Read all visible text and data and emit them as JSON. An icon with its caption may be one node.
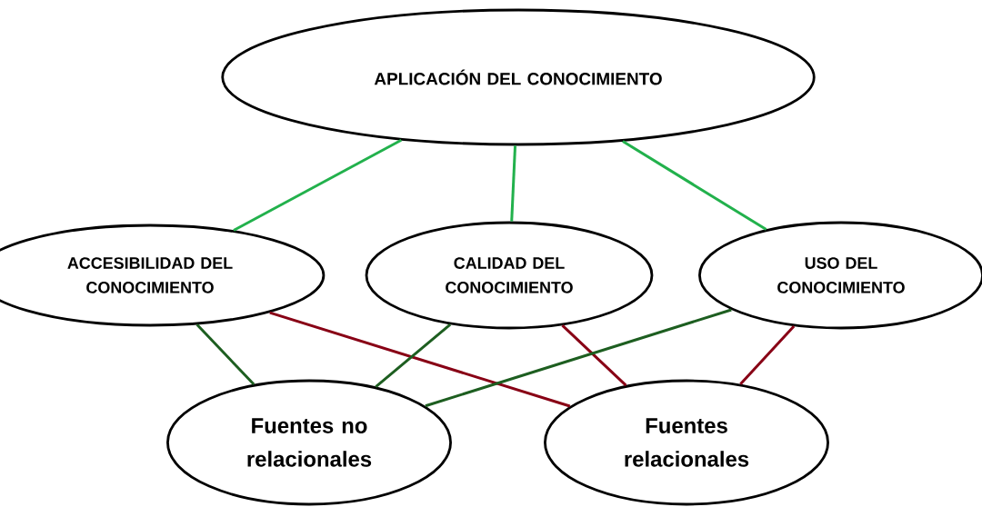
{
  "diagram": {
    "nodes": [
      {
        "text": [
          "APLICACIÓN DEL CONOCIMIENTO"
        ]
      },
      {
        "text": [
          "ACCESIBILIDAD DEL CONOCIMIENTO"
        ]
      },
      {
        "text": [
          "CALIDAD DEL CONOCIMIENTO"
        ]
      },
      {
        "text": [
          "USO DEL CONOCIMIENTO"
        ]
      },
      {
        "text": [
          "Fuentes no relacionales"
        ]
      },
      {
        "text": [
          "Fuentes relacionales"
        ]
      }
    ],
    "edges": [
      {
        "from": 0,
        "to": 1,
        "arrow": "none",
        "color": "#22b14c"
      },
      {
        "from": 0,
        "to": 2,
        "arrow": "none",
        "color": "#22b14c"
      },
      {
        "from": 0,
        "to": 3,
        "arrow": "none",
        "color": "#22b14c"
      },
      {
        "from": 1,
        "to": 4,
        "arrow": "none",
        "color": "#1d5e20"
      },
      {
        "from": 1,
        "to": 5,
        "arrow": "none",
        "color": "#880015"
      },
      {
        "from": 2,
        "to": 4,
        "arrow": "none",
        "color": "#1d5e20"
      },
      {
        "from": 2,
        "to": 5,
        "arrow": "none",
        "color": "#880015"
      },
      {
        "from": 3,
        "to": 4,
        "arrow": "none",
        "color": "#1d5e20"
      },
      {
        "from": 3,
        "to": 5,
        "arrow": "none",
        "color": "#880015"
      }
    ]
  }
}
